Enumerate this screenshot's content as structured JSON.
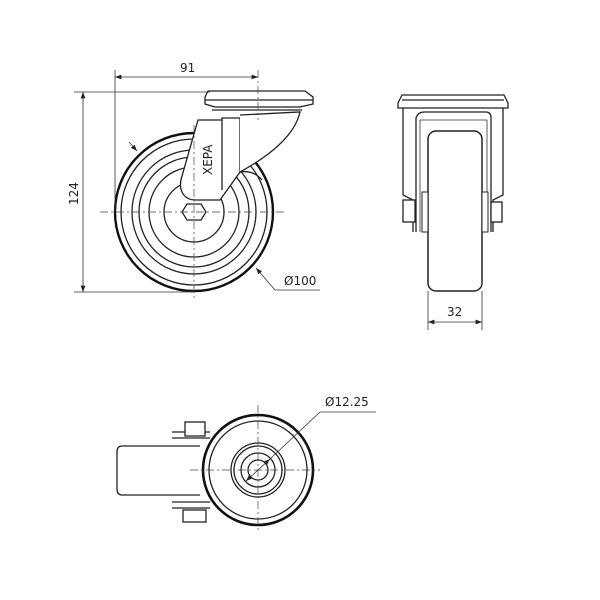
{
  "drawing": {
    "front_view": {
      "width_dim": "91",
      "height_dim": "124",
      "wheel_diameter": "Ø100",
      "logo": "XEPA"
    },
    "side_view": {
      "wheel_width_dim": "32"
    },
    "bottom_view": {
      "bolt_hole_diameter": "Ø12.25"
    }
  }
}
